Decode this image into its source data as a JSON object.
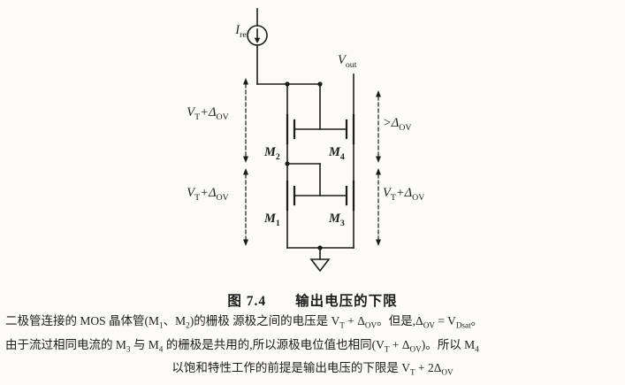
{
  "figure": {
    "caption": "图 7.4　　输出电压的下限",
    "body_lines": [
      "二极管连接的 MOS 晶体管(M_{1}、M_{2})的栅极 源极之间的电压是 V_{T} + Δ_{OV}。但是,Δ_{OV} = V_{Dsat}。",
      "由于流过相同电流的 M_{3} 与 M_{4} 的栅极是共用的,所以源极电位值也相同(V_{T} + Δ_{OV})。所以 M_{4}",
      "以饱和特性工作的前提是输出电压的下限是 V_{T} + 2Δ_{OV}"
    ]
  },
  "circuit": {
    "current_source_label": "I_{ref}",
    "output_label": "V_{out}",
    "transistors": {
      "m1": "M_{1}",
      "m2": "M_{2}",
      "m3": "M_{3}",
      "m4": "M_{4}"
    },
    "annotations": {
      "left_upper": "V_{T}+Δ_{OV}",
      "left_lower": "V_{T}+Δ_{OV}",
      "right_upper": ">Δ_{OV}",
      "right_lower": "V_{T}+Δ_{OV}"
    }
  },
  "colors": {
    "ink": "#1c1c1c",
    "paper": "#fcfbf8"
  }
}
